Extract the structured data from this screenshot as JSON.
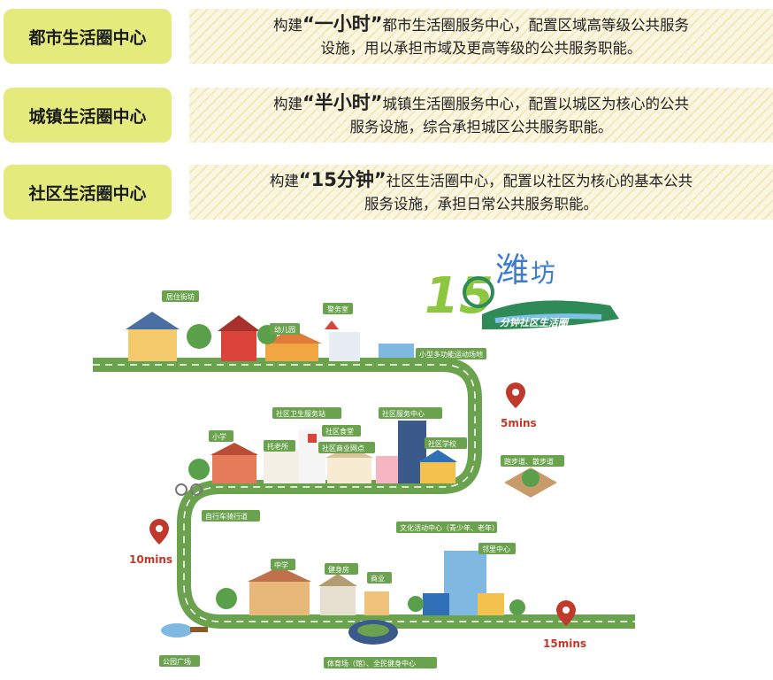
{
  "rows": [
    {
      "title": "都市生活圈中心",
      "pre": "构建",
      "em": "“一小时”",
      "post": "都市生活圈服务中心，配置区域高等级公共服务",
      "line2": "设施，用以承担市域及更高等级的公共服务职能。"
    },
    {
      "title": "城镇生活圈中心",
      "pre": "构建",
      "em": "“半小时”",
      "post": "城镇生活圈服务中心，配置以城区为核心的公共",
      "line2": "服务设施，综合承担城区公共服务职能。"
    },
    {
      "title": "社区生活圈中心",
      "pre": "构建",
      "em": "“15分钟”",
      "post": "社区生活圈中心，配置以社区为核心的基本公共",
      "line2": "服务设施，承担日常公共服务职能。"
    }
  ],
  "logo": {
    "number": "15",
    "city1": "潍",
    "city2": "坊",
    "tagline": "分钟社区生活圈"
  },
  "labels": {
    "residential": "居住街坊",
    "kindergarten": "幼儿园",
    "police": "警务室",
    "sports": "小型多功能运动场地",
    "clinic": "社区卫生服务站",
    "service": "社区服务中心",
    "primary": "小学",
    "daycare": "托老所",
    "canteen": "社区食堂",
    "commerce": "社区商业网点",
    "school": "社区学校",
    "walkway": "跑步道、散步道",
    "bike": "自行车骑行道",
    "culture": "文化活动中心（青少年、老年）",
    "neighbor": "邻里中心",
    "middle": "中学",
    "gym": "健身房",
    "business": "商业",
    "park": "公园广场",
    "stadium": "体育场（馆）、全民健身中心"
  },
  "markers": {
    "m5": "5mins",
    "m10": "10mins",
    "m15": "15mins"
  }
}
